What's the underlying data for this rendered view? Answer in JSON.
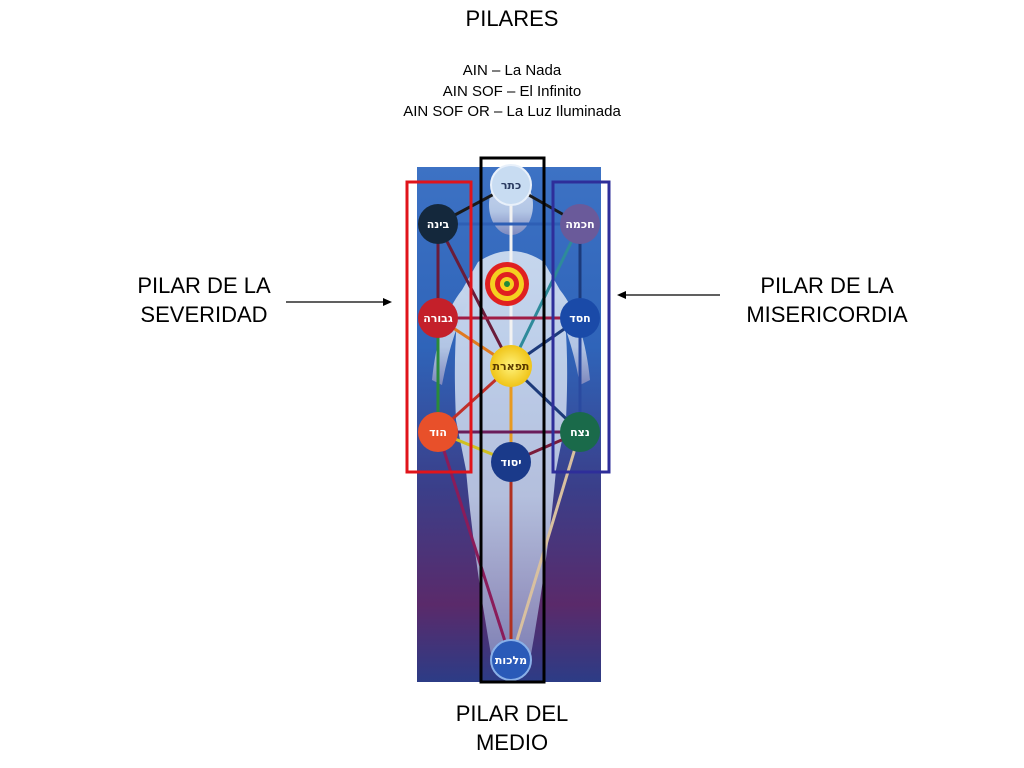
{
  "header": {
    "title": "PILARES",
    "line1": "AIN – La Nada",
    "line2": "AIN SOF – El Infinito",
    "line3": "AIN SOF OR – La Luz Iluminada"
  },
  "labels": {
    "severity_line1": "PILAR DE LA",
    "severity_line2": "SEVERIDAD",
    "mercy_line1": "PILAR DE LA",
    "mercy_line2": "MISERICORDIA",
    "middle_line1": "PILAR DEL",
    "middle_line2": "MEDIO"
  },
  "sefirot": {
    "keter": "כתר",
    "binah": "בינה",
    "chochmah": "חכמה",
    "gevurah": "גבורה",
    "chesed": "חסד",
    "tiferet": "תפארת",
    "hod": "הוד",
    "netzach": "נצח",
    "yesod": "יסוד",
    "malchut": "מלכות"
  },
  "colors": {
    "severity_frame": "#e0141b",
    "mercy_frame": "#2e2e9a",
    "middle_frame": "#000000"
  }
}
